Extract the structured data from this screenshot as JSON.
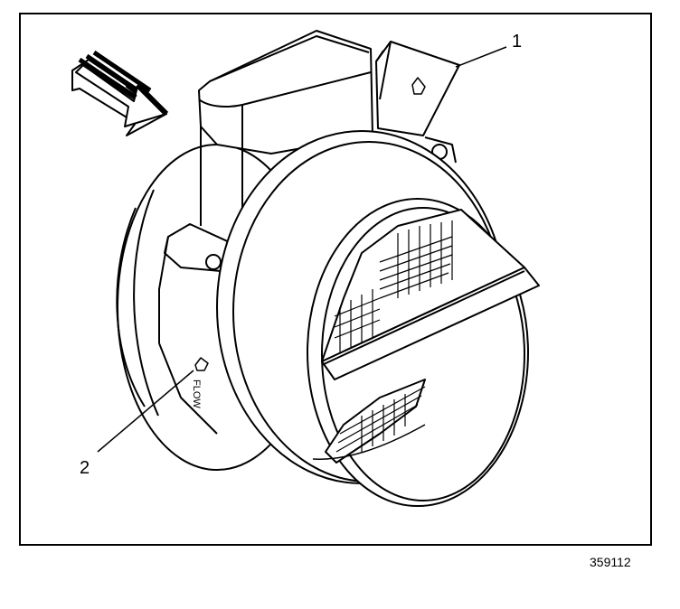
{
  "callouts": {
    "one": "1",
    "two": "2"
  },
  "flow_label": "FLOW",
  "figure_number": "359112",
  "colors": {
    "line": "#000000",
    "background": "#ffffff"
  },
  "icons": [
    "airflow-direction-arrow-icon"
  ]
}
